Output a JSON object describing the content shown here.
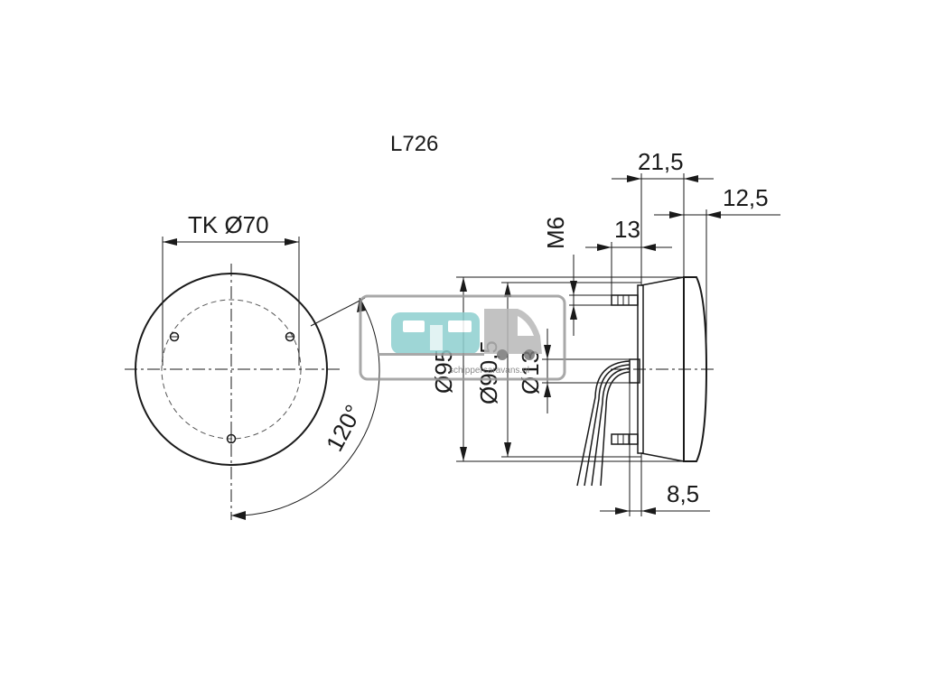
{
  "title": "L726",
  "dimensions": {
    "bolt_circle": "TK Ø70",
    "angle": "120°",
    "diameter_outer": "Ø95",
    "diameter_inner": "Ø90,5",
    "diameter_cable": "Ø13",
    "thread": "M6",
    "depth_13": "13",
    "depth_21_5": "21,5",
    "depth_12_5": "12,5",
    "depth_8_5": "8,5"
  },
  "watermark": {
    "text": "schippercaravans.nl",
    "colors": {
      "frame": "#999999",
      "caravan": "#8ecfd0",
      "van": "#b8b8b8"
    }
  }
}
